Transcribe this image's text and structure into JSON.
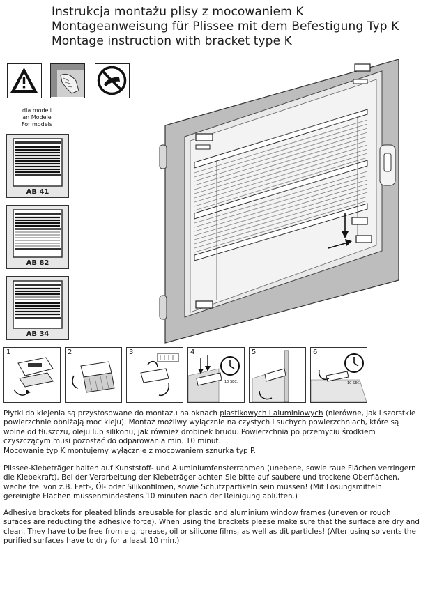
{
  "title": {
    "line1": "Instrukcja montażu plisy z mocowaniem K",
    "line2": "Montageanweisung für Plissee mit dem Befestigung Typ K",
    "line3": "Montage instruction with bracket type K"
  },
  "models_caption": {
    "line1": "dla modeli",
    "line2": "an Modele",
    "line3": "For models"
  },
  "models": [
    {
      "label": "AB 41"
    },
    {
      "label": "AB 82"
    },
    {
      "label": "AB 34"
    }
  ],
  "steps": [
    {
      "number": "1"
    },
    {
      "number": "2"
    },
    {
      "number": "3"
    },
    {
      "number": "4",
      "timer": "10 SEC."
    },
    {
      "number": "5"
    },
    {
      "number": "6",
      "timer": "10 SEC."
    }
  ],
  "text": {
    "pl_part1": "Płytki do klejenia są przystosowane  do montażu na oknach ",
    "pl_underlined": "plastikowych i aluminiowych",
    "pl_part2": " (nierówne, jak i szorstkie powierzchnie obniżają moc kleju). Montaż możliwy wyłącznie na czystych i suchych powierzchniach, które są wolne od tłuszczu, oleju lub silikonu, jak również drobinek brudu. Powierzchnia po przemyciu środkiem czyszczącym musi pozostać do odparowania min. 10 minut.",
    "pl_note": "Mocowanie typ K montujemy wyłącznie z mocowaniem sznurka typ P.",
    "de": "Plissee-Klebeträger halten auf Kunststoff- und Aluminiumfensterrahmen (unebene, sowie raue Flächen verringern die Klebekraft). Bei der Verarbeitung der Klebeträger achten Sie bitte auf saubere und trockene Oberflächen, weche frei von z.B. Fett-, Öl- oder Silikonfilmen, sowie Schutzpartikeln sein müssen! (Mit Lösungsmitteln gereinigte Flächen müssenmindestens 10 minuten nach der Reinigung ablüften.)",
    "en": "Adhesive brackets for pleated blinds areusable for plastic and aluminium window frames (uneven or rough sufaces are reducting the adhesive force). When using the brackets please make sure that the surface are dry and clean. They have to be free from e.g. grease, oil or silicone films, as well as dit particles! (After using solvents the purified surfaces have to dry for a least 10 min.)"
  }
}
